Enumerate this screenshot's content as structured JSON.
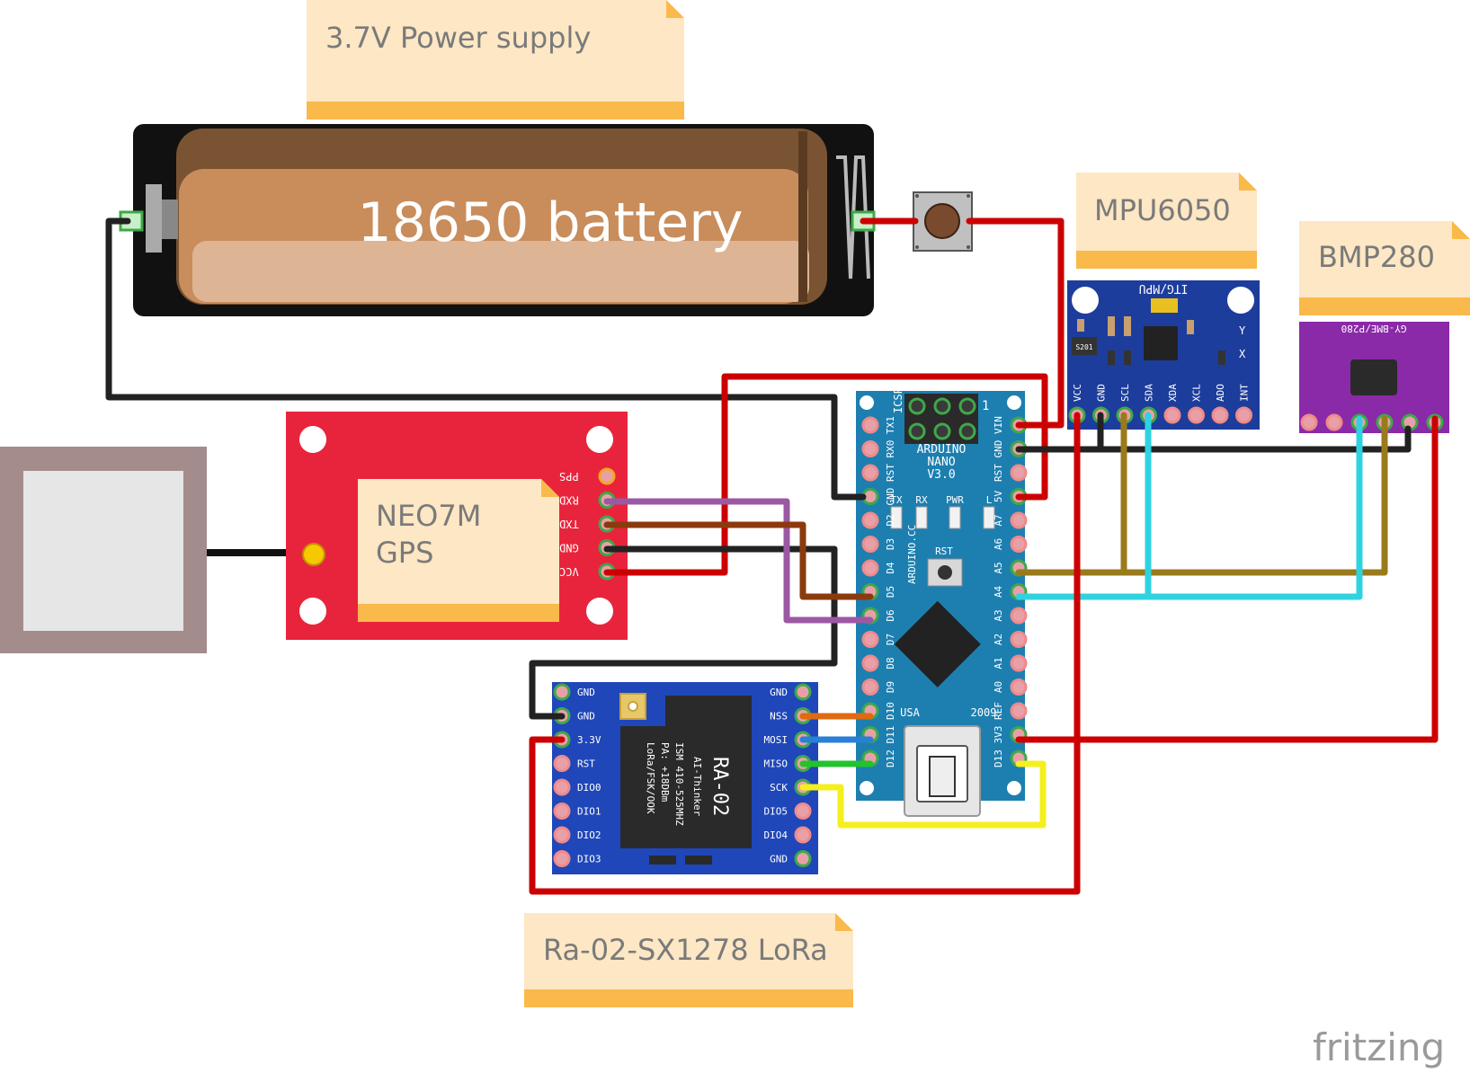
{
  "notes": {
    "power": "3.7V Power supply",
    "mpu": "MPU6050",
    "bmp": "BMP280",
    "gps_line1": "NEO7M",
    "gps_line2": "GPS",
    "lora": "Ra-02-SX1278 LoRa"
  },
  "battery": {
    "label": "18650 battery"
  },
  "gps": {
    "pins": [
      "PPS",
      "RXD",
      "TXD",
      "GND",
      "VCC"
    ]
  },
  "mpu6050": {
    "title": "ITG/MPU",
    "pins": [
      "VCC",
      "GND",
      "SCL",
      "SDA",
      "XDA",
      "XCL",
      "ADO",
      "INT"
    ],
    "chip_code": "S201"
  },
  "bmp280": {
    "title": "GY-BME/P280"
  },
  "nano": {
    "icsp": "ICSP",
    "one": "1",
    "name1": "ARDUINO",
    "name2": "NANO",
    "name3": "V3.0",
    "website": "ARDUINO.CC",
    "leds": [
      "TX",
      "RX",
      "PWR",
      "L"
    ],
    "rst": "RST",
    "usa": "USA",
    "year": "2009",
    "left_pins": [
      "TX1",
      "RX0",
      "RST",
      "GND",
      "D2",
      "D3",
      "D4",
      "D5",
      "D6",
      "D7",
      "D8",
      "D9",
      "D10",
      "D11",
      "D12"
    ],
    "right_pins": [
      "VIN",
      "GND",
      "RST",
      "5V",
      "A7",
      "A6",
      "A5",
      "A4",
      "A3",
      "A2",
      "A1",
      "A0",
      "REF",
      "3V3",
      "D13"
    ]
  },
  "lora": {
    "left_pins": [
      "GND",
      "GND",
      "3.3V",
      "RST",
      "DIO0",
      "DIO1",
      "DIO2",
      "DIO3"
    ],
    "right_pins": [
      "GND",
      "NSS",
      "MOSI",
      "MISO",
      "SCK",
      "DIO5",
      "DIO4",
      "GND"
    ],
    "chip_title": "RA-02",
    "chip_line1": "AI-Thinker",
    "chip_line2": "ISM 410-525MHZ",
    "chip_line3": "PA: +18DBm",
    "chip_line4": "LoRa/FSK/OOK"
  },
  "brand": "fritzing",
  "colors": {
    "note_body": "#fde7c4",
    "note_band": "#f9b94b",
    "wire_red": "#cc0000",
    "wire_black": "#222222",
    "wire_brown": "#8b3a0e",
    "wire_purple": "#9b59a3",
    "wire_cyan": "#2fd3e0",
    "wire_olive": "#9b7a1c",
    "wire_orange": "#e06a10",
    "wire_blue": "#2a7fd6",
    "wire_green": "#22c32c",
    "wire_yellow": "#f4ef1e",
    "nano_board": "#1d7fb0",
    "lora_board": "#1f47b9",
    "mpu_board": "#1d3d9c",
    "bmp_board": "#8a2aa8",
    "gps_board": "#e8243c"
  }
}
